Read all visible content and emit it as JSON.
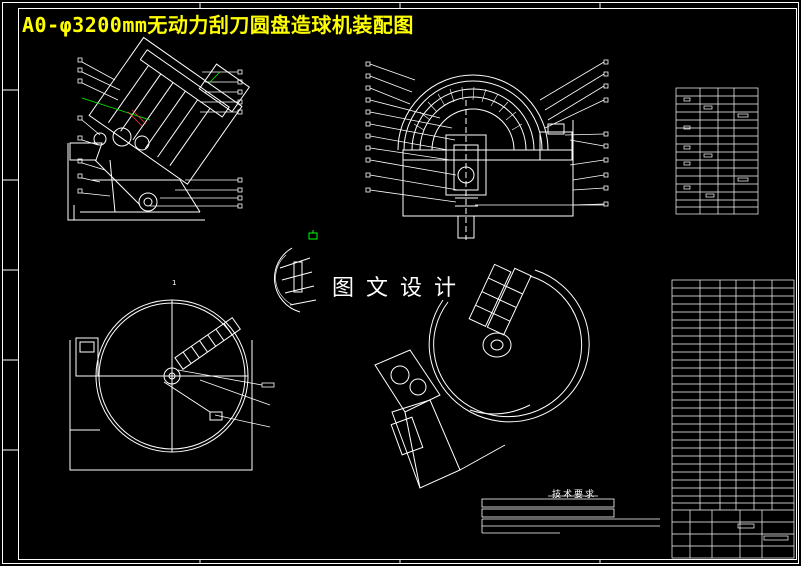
{
  "drawing": {
    "title": "A0-φ3200mm无动力刮刀圆盘造球机装配图",
    "watermark": "图文设计",
    "section_mark": "1",
    "tech_requirements_title": "技术要求"
  },
  "colors": {
    "background": "#000000",
    "line": "#ffffff",
    "title": "#ffff00",
    "leader": "#00ff00",
    "hatch": "#ff3030"
  }
}
